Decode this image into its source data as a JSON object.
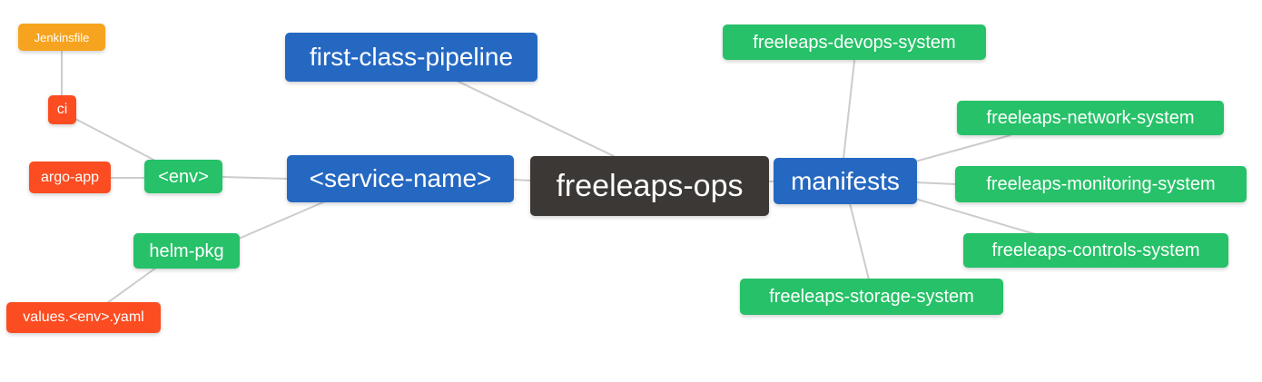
{
  "diagram": {
    "type": "mindmap",
    "root": "freeleaps-ops",
    "colors": {
      "root_node": "#3b3836",
      "level2_node": "#2568c2",
      "level3_node": "#26c168",
      "level4_node": "#fb4d21",
      "level5_node": "#f6a41f",
      "edge": "#cccccc",
      "background": "#ffffff",
      "node_text": "#ffffff"
    }
  },
  "nodes": [
    {
      "id": "freeleaps-ops",
      "label": "freeleaps-ops",
      "level": 1
    },
    {
      "id": "first-class-pipeline",
      "label": "first-class-pipeline",
      "level": 2
    },
    {
      "id": "service-name",
      "label": "<service-name>",
      "level": 2
    },
    {
      "id": "manifests",
      "label": "manifests",
      "level": 2
    },
    {
      "id": "env",
      "label": "<env>",
      "level": 3
    },
    {
      "id": "helm-pkg",
      "label": "helm-pkg",
      "level": 3
    },
    {
      "id": "freeleaps-devops-system",
      "label": "freeleaps-devops-system",
      "level": 3
    },
    {
      "id": "freeleaps-network-system",
      "label": "freeleaps-network-system",
      "level": 3
    },
    {
      "id": "freeleaps-monitoring-system",
      "label": "freeleaps-monitoring-system",
      "level": 3
    },
    {
      "id": "freeleaps-controls-system",
      "label": "freeleaps-controls-system",
      "level": 3
    },
    {
      "id": "freeleaps-storage-system",
      "label": "freeleaps-storage-system",
      "level": 3
    },
    {
      "id": "ci",
      "label": "ci",
      "level": 4
    },
    {
      "id": "argo-app",
      "label": "argo-app",
      "level": 4
    },
    {
      "id": "values-env-yaml",
      "label": "values.<env>.yaml",
      "level": 4
    },
    {
      "id": "jenkinsfile",
      "label": "Jenkinsfile",
      "level": 5
    }
  ],
  "edges": [
    {
      "from": "freeleaps-ops",
      "to": "first-class-pipeline"
    },
    {
      "from": "freeleaps-ops",
      "to": "<service-name>"
    },
    {
      "from": "freeleaps-ops",
      "to": "manifests"
    },
    {
      "from": "<service-name>",
      "to": "<env>"
    },
    {
      "from": "<service-name>",
      "to": "helm-pkg"
    },
    {
      "from": "<env>",
      "to": "ci"
    },
    {
      "from": "<env>",
      "to": "argo-app"
    },
    {
      "from": "ci",
      "to": "Jenkinsfile"
    },
    {
      "from": "helm-pkg",
      "to": "values.<env>.yaml"
    },
    {
      "from": "manifests",
      "to": "freeleaps-devops-system"
    },
    {
      "from": "manifests",
      "to": "freeleaps-network-system"
    },
    {
      "from": "manifests",
      "to": "freeleaps-monitoring-system"
    },
    {
      "from": "manifests",
      "to": "freeleaps-controls-system"
    },
    {
      "from": "manifests",
      "to": "freeleaps-storage-system"
    }
  ]
}
